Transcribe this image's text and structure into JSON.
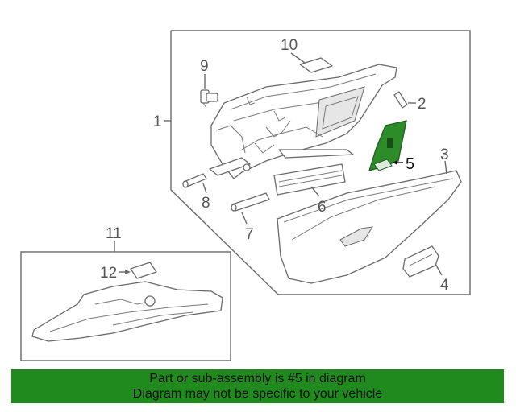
{
  "callouts": {
    "c1": "1",
    "c2": "2",
    "c3": "3",
    "c4": "4",
    "c5": "5",
    "c6": "6",
    "c7": "7",
    "c8": "8",
    "c9": "9",
    "c10": "10",
    "c11": "11",
    "c12": "12"
  },
  "highlight": {
    "part_number": "5",
    "color": "#2e8b2a"
  },
  "banner": {
    "line1": "Part or sub-assembly is #5 in diagram",
    "line2": "Diagram may not be specific to your vehicle",
    "background": "#218a1e"
  }
}
